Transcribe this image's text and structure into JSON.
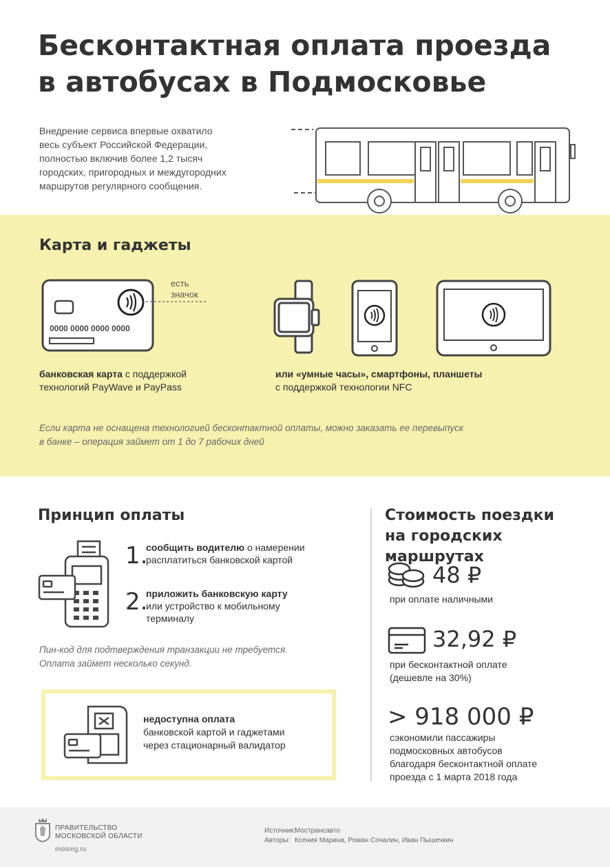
{
  "header": {
    "title_line1": "Бесконтактная оплата проезда",
    "title_line2": "в автобусах в Подмосковье"
  },
  "intro": {
    "lines": [
      "Внедрение сервиса впервые охватило",
      "весь субъект Российской Федерации,",
      "полностью включив более 1,2 тысяч",
      "городских, пригородных и междугородних",
      "маршрутов регулярного сообщения."
    ]
  },
  "cards_section": {
    "title": "Карта и гаджеты",
    "badge_note_line1": "есть",
    "badge_note_line2": "значок",
    "card_number": "0000 0000 0000 0000",
    "card_caption_bold": "банковская карта",
    "card_caption_rest": " с поддержкой",
    "card_caption_line2": "технологий PayWave и PayPass",
    "gadget_caption_bold": "или «умные часы», смартфоны, планшеты",
    "gadget_caption_line2": "с поддержкой технологии NFC",
    "reissue_line1": "Если карта не оснащена технологией бесконтактной оплаты, можно заказать ее перевыпуск",
    "reissue_line2": "в банке – операция займет от 1 до 7 рабочих дней"
  },
  "principle": {
    "title": "Принцип оплаты",
    "step1_num": "1.",
    "step1_bold": "сообщить водителю",
    "step1_rest": " о намерении",
    "step1_line2": "расплатиться банковской картой",
    "step2_num": "2.",
    "step2_bold": "приложить банковскую карту",
    "step2_line2": "или устройство к мобильному",
    "step2_line3": "терминалу",
    "pin_line1": "Пин-код для подтверждения транзакции не требуется.",
    "pin_line2": "Оплата займет несколько секунд.",
    "box_bold": "недоступна оплата",
    "box_line2": "банковской картой и гаджетами",
    "box_line3": "через стационарный валидатор"
  },
  "cost": {
    "title_line1": "Стоимость поездки",
    "title_line2": "на городских маршрутах",
    "cash_price": "48 ₽",
    "cash_label": "при оплате наличными",
    "nfc_price": "32,92 ₽",
    "nfc_label_line1": "при бесконтактной оплате",
    "nfc_label_line2": "(дешевле на 30%)",
    "saved_value": "> 918 000 ₽",
    "saved_line1": "сэкономили пассажиры",
    "saved_line2": "подмосковных автобусов",
    "saved_line3": "благодаря бесконтактной оплате",
    "saved_line4": "проезда с 1 марта 2018 года"
  },
  "footer": {
    "gov_line1": "ПРАВИТЕЛЬСТВО",
    "gov_line2": "МОСКОВСКОЙ ОБЛАСТИ",
    "site": "mosreg.ru",
    "source_label": "Источник:",
    "source_value": "Мострансавто",
    "authors_label": "Авторы:",
    "authors_value": "Ксения Марина, Роман Сочалин, Иван Пышечкин"
  },
  "colors": {
    "accent_yellow": "#f6f1ae",
    "text_dark": "#333333",
    "bus_stripe": "#f2d35a"
  }
}
